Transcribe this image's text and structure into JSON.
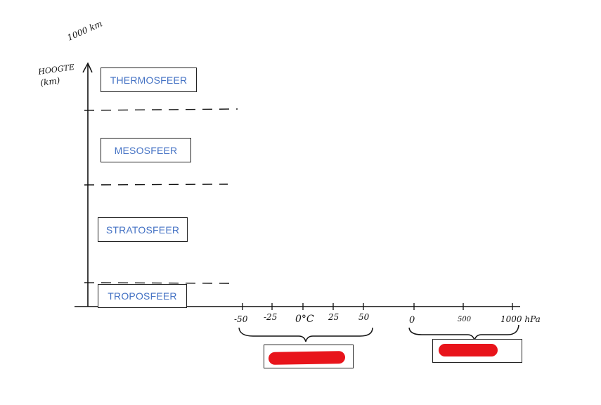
{
  "axis": {
    "y_title_line1": "HOOGTE",
    "y_title_line2": "(km)",
    "y_top_label": "1000 km"
  },
  "layers": [
    {
      "id": "thermosfeer",
      "label": "THERMOSFEER"
    },
    {
      "id": "mesosfeer",
      "label": "MESOSFEER"
    },
    {
      "id": "stratosfeer",
      "label": "STRATOSFEER"
    },
    {
      "id": "troposfeer",
      "label": "TROPOSFEER"
    }
  ],
  "temperature_ticks": [
    "-50",
    "-25",
    "0°C",
    "25",
    "50"
  ],
  "pressure_ticks": [
    "0",
    "500",
    "1000 hPa"
  ],
  "style": {
    "layer_text_color": "#4472c4",
    "redaction_color": "#e8141b",
    "ink_color": "#111111"
  }
}
